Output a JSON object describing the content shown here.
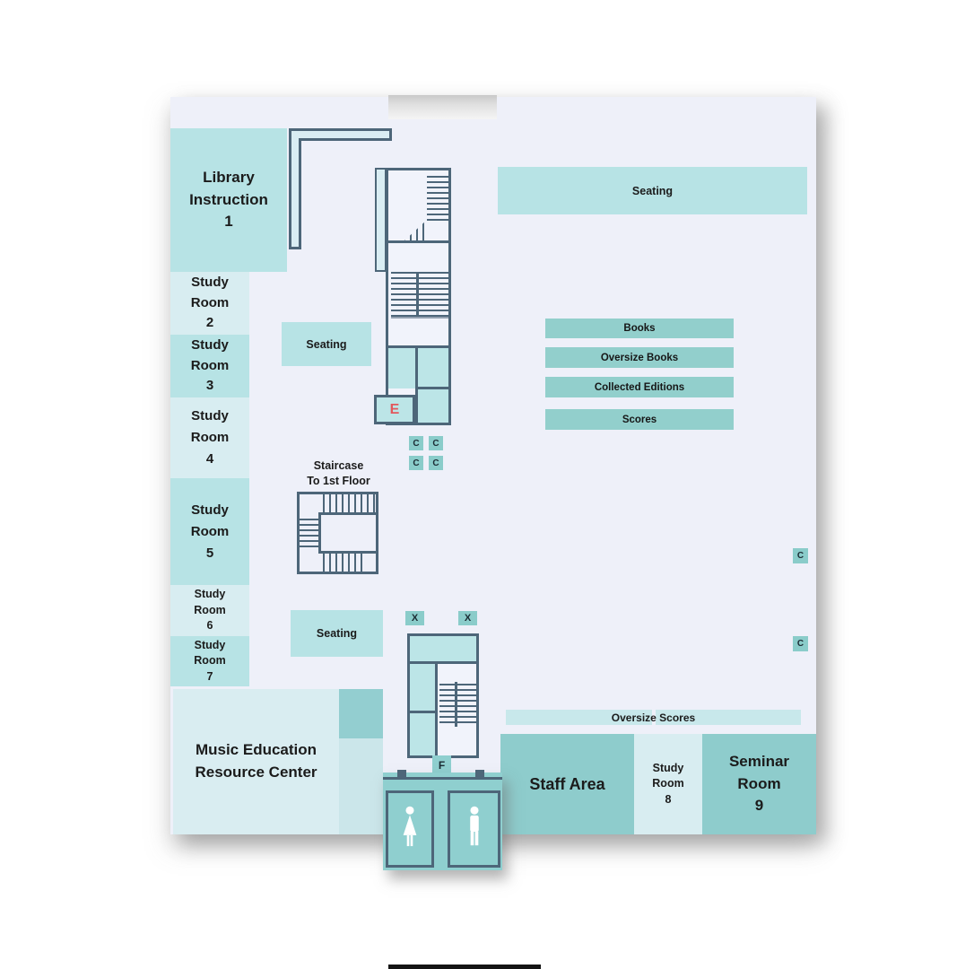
{
  "title": "Library floor plan",
  "rooms": {
    "library_instruction_1": "Library\nInstruction\n1",
    "study_room_2": "Study\nRoom\n2",
    "study_room_3": "Study\nRoom\n3",
    "study_room_4": "Study\nRoom\n4",
    "study_room_5": "Study\nRoom\n5",
    "study_room_6": "Study\nRoom\n6",
    "study_room_7": "Study\nRoom\n7",
    "study_room_8": "Study\nRoom\n8",
    "seminar_room_9": "Seminar\nRoom\n9",
    "staff_area": "Staff Area",
    "music_education_resource_center": "Music Education\nResource Center"
  },
  "seating": [
    "Seating",
    "Seating",
    "Seating"
  ],
  "shelves": {
    "books": "Books",
    "oversize_books": "Oversize Books",
    "collected_editions": "Collected Editions",
    "scores": "Scores",
    "oversize_scores": "Oversize Scores"
  },
  "staircase": {
    "label": "Staircase\nTo 1st Floor"
  },
  "markers": {
    "e": "E",
    "f": "F",
    "x": [
      "X",
      "X"
    ],
    "c": [
      "C",
      "C",
      "C",
      "C",
      "C",
      "C"
    ]
  },
  "colors": {
    "floor": "#eef0f9",
    "wall": "#4d6679",
    "room_teal": "#b7e3e5",
    "room_light": "#d8edf1",
    "shelf_teal": "#92cfcc",
    "area_dark_teal": "#8ecccc",
    "marker_teal": "#8accca",
    "cell_teal": "#bce5e7",
    "oversize_bar": "#c8e8eb",
    "elevator_red": "#e2575c",
    "restroom_teal": "#8fcfcf"
  }
}
